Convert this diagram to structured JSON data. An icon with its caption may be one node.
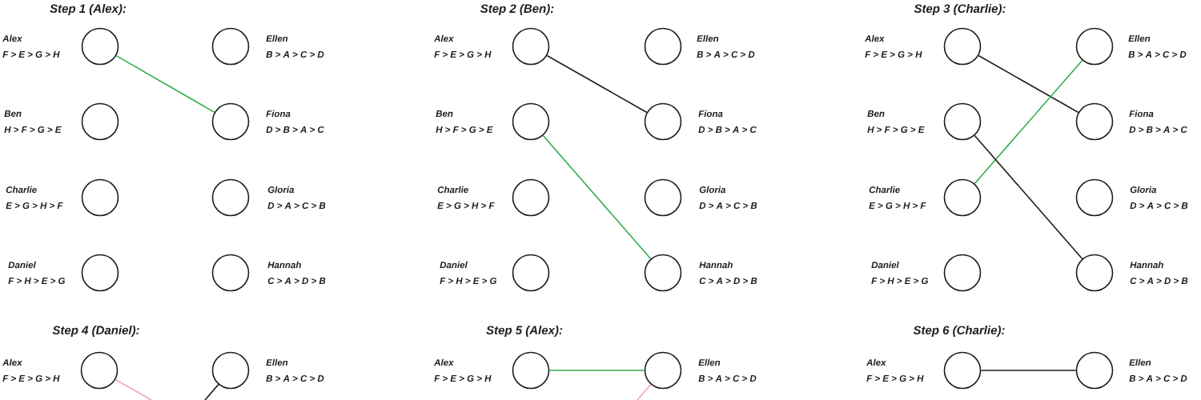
{
  "diagram": {
    "nodes": [
      {
        "text": [],
        "shape": "circle",
        "beside": [
          "Alex",
          "F > E > G > H"
        ]
      },
      {
        "text": [],
        "shape": "circle",
        "beside": [
          "Ellen",
          "B > A > C > D"
        ]
      },
      {
        "text": [],
        "shape": "circle",
        "beside": [
          "Ben",
          "H > F > G > E"
        ]
      },
      {
        "text": [],
        "shape": "circle",
        "beside": [
          "Fiona",
          "D > B > A > C"
        ]
      },
      {
        "text": [],
        "shape": "circle",
        "beside": [
          "Charlie",
          "E > G > H > F"
        ]
      },
      {
        "text": [],
        "shape": "circle",
        "beside": [
          "Gloria",
          "D > A > C > B"
        ]
      },
      {
        "text": [],
        "shape": "circle",
        "beside": [
          "Daniel",
          "F > H > E > G"
        ]
      },
      {
        "text": [],
        "shape": "circle",
        "beside": [
          "Hannah",
          "C > A > D > B"
        ]
      },
      {
        "text": [],
        "shape": "circle",
        "beside": [
          "Alex",
          "F > E > G > H"
        ]
      },
      {
        "text": [],
        "shape": "circle",
        "beside": [
          "Ellen",
          "B > A > C > D"
        ]
      },
      {
        "text": [],
        "shape": "circle",
        "beside": [
          "Ben",
          "H > F > G > E"
        ]
      },
      {
        "text": [],
        "shape": "circle",
        "beside": [
          "Fiona",
          "D > B > A > C"
        ]
      },
      {
        "text": [],
        "shape": "circle",
        "beside": [
          "Charlie",
          "E > G > H > F"
        ]
      },
      {
        "text": [],
        "shape": "circle",
        "beside": [
          "Gloria",
          "D > A > C > B"
        ]
      },
      {
        "text": [],
        "shape": "circle",
        "beside": [
          "Daniel",
          "F > H > E > G"
        ]
      },
      {
        "text": [],
        "shape": "circle",
        "beside": [
          "Hannah",
          "C > A > D > B"
        ]
      },
      {
        "text": [],
        "shape": "circle",
        "beside": [
          "Alex",
          "F > E > G > H"
        ]
      },
      {
        "text": [],
        "shape": "circle",
        "beside": [
          "Ellen",
          "B > A > C > D"
        ]
      },
      {
        "text": [],
        "shape": "circle",
        "beside": [
          "Ben",
          "H > F > G > E"
        ]
      },
      {
        "text": [],
        "shape": "circle",
        "beside": [
          "Fiona",
          "D > B > A > C"
        ]
      },
      {
        "text": [],
        "shape": "circle",
        "beside": [
          "Charlie",
          "E > G > H > F"
        ]
      },
      {
        "text": [],
        "shape": "circle",
        "beside": [
          "Gloria",
          "D > A > C > B"
        ]
      },
      {
        "text": [],
        "shape": "circle",
        "beside": [
          "Daniel",
          "F > H > E > G"
        ]
      },
      {
        "text": [],
        "shape": "circle",
        "beside": [
          "Hannah",
          "C > A > D > B"
        ]
      },
      {
        "text": [],
        "shape": "circle",
        "beside": [
          "Alex",
          "F > E > G > H"
        ]
      },
      {
        "text": [],
        "shape": "circle",
        "beside": [
          "Ellen",
          "B > A > C > D"
        ]
      },
      {
        "text": [],
        "shape": "circle",
        "beside": [
          "Alex",
          "F > E > G > H"
        ]
      },
      {
        "text": [],
        "shape": "circle",
        "beside": [
          "Ellen",
          "B > A > C > D"
        ]
      },
      {
        "text": [],
        "shape": "circle",
        "beside": [
          "Alex",
          "F > E > G > H"
        ]
      },
      {
        "text": [],
        "shape": "circle",
        "beside": [
          "Ellen",
          "B > A > C > D"
        ]
      }
    ],
    "edges": [
      {
        "from": 0,
        "to": 3,
        "arrow": "none",
        "color": "#2eae4a"
      },
      {
        "from": 8,
        "to": 11,
        "arrow": "none"
      },
      {
        "from": 10,
        "to": 15,
        "arrow": "none",
        "color": "#2eae4a"
      },
      {
        "from": 16,
        "to": 19,
        "arrow": "none"
      },
      {
        "from": 20,
        "to": 17,
        "arrow": "none",
        "color": "#2eae4a"
      },
      {
        "from": 18,
        "to": 23,
        "arrow": "none"
      },
      {
        "from": 24,
        "to": null,
        "arrow": "none",
        "color": "#f2a7bb"
      },
      {
        "from": 25,
        "to": null,
        "arrow": "none"
      },
      {
        "from": 26,
        "to": 27,
        "arrow": "none",
        "color": "#2eae4a"
      },
      {
        "from": 27,
        "to": null,
        "arrow": "none",
        "color": "#f2a7bb"
      },
      {
        "from": 28,
        "to": 29,
        "arrow": "none"
      }
    ],
    "labels": [
      "Step 1 (Alex):",
      "Step 2 (Ben):",
      "Step 3 (Charlie):",
      "Step 4 (Daniel):",
      "Step 5 (Alex):",
      "Step 6 (Charlie):"
    ]
  }
}
